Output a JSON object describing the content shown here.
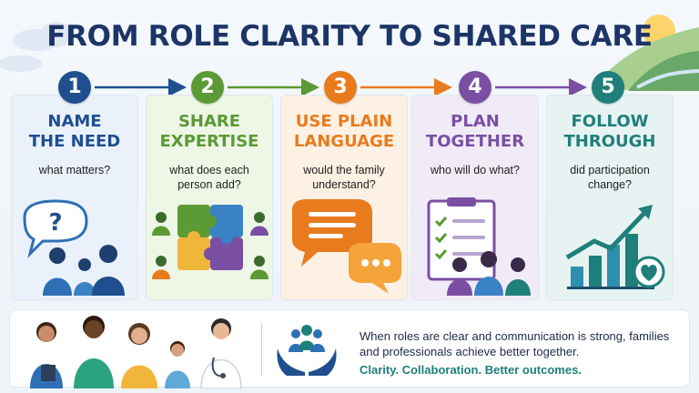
{
  "title": "FROM ROLE CLARITY TO SHARED CARE",
  "steps": [
    {
      "num": "1",
      "title": "NAME\nTHE NEED",
      "subtitle": "what matters?",
      "color": "#1f4f8f",
      "bg": "#eaf1fb",
      "illustration": "question-speech-bubble-family"
    },
    {
      "num": "2",
      "title": "SHARE\nEXPERTISE",
      "subtitle": "what does each\nperson add?",
      "color": "#5b9a34",
      "bg": "#eef6e6",
      "illustration": "puzzle-pieces-team"
    },
    {
      "num": "3",
      "title": "USE PLAIN\nLANGUAGE",
      "subtitle": "would the family\nunderstand?",
      "color": "#e87b1e",
      "bg": "#fdf1e4",
      "illustration": "speech-bubbles"
    },
    {
      "num": "4",
      "title": "PLAN\nTOGETHER",
      "subtitle": "who will do what?",
      "color": "#7a4fa3",
      "bg": "#f1ebf7",
      "illustration": "checklist-clipboard-team"
    },
    {
      "num": "5",
      "title": "FOLLOW\nTHROUGH",
      "subtitle": "did participation\nchange?",
      "color": "#1f7f7a",
      "bg": "#e6f3f2",
      "illustration": "growth-chart-heart"
    }
  ],
  "footer": {
    "message": "When roles are clear and communication is strong, families and professionals achieve better together.",
    "tagline": "Clarity. Collaboration. Better outcomes."
  }
}
